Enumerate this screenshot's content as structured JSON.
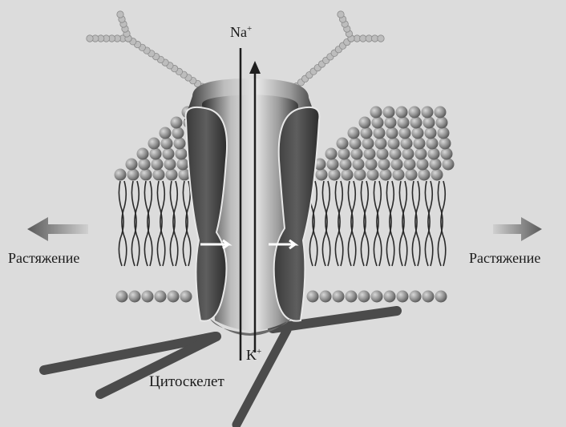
{
  "labels": {
    "sodium": "Na",
    "sodium_charge": "+",
    "potassium": "K",
    "potassium_charge": "+",
    "stretch_left": "Растяжение",
    "stretch_right": "Растяжение",
    "cytoskeleton": "Цитоскелет"
  },
  "colors": {
    "background": "#dcdcdc",
    "lipid_head": "#8c8c8c",
    "lipid_head_highlight": "#c4c4c4",
    "lipid_tail": "#2a2a2a",
    "channel_dark": "#4a4a4a",
    "channel_light": "#d8d8d8",
    "filament": "#4b4b4b",
    "glycan": "#bdbdbd",
    "stretch_arrow": "#7a7a7a"
  }
}
